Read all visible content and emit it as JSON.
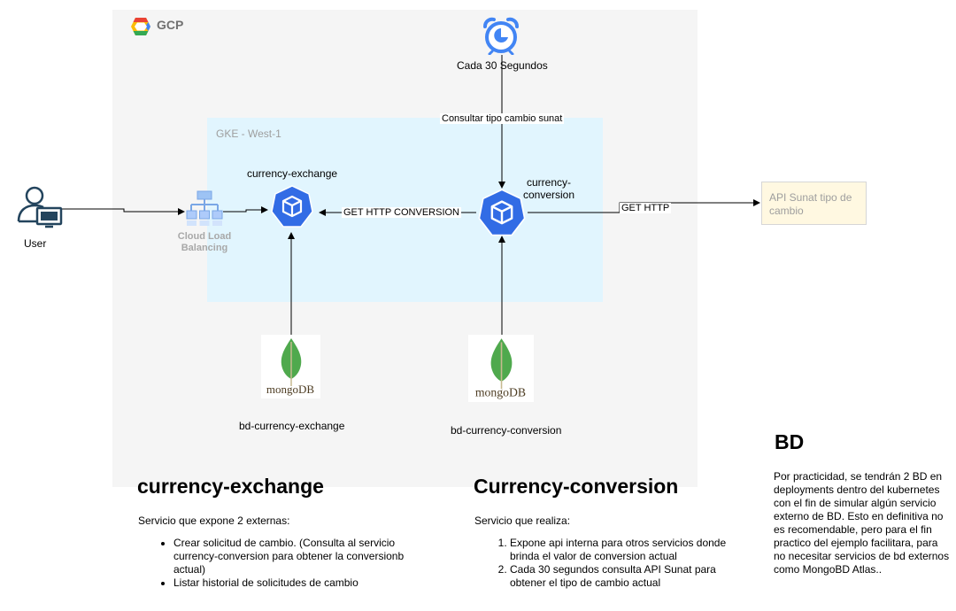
{
  "diagram": {
    "gcp_title": "GCP",
    "gke_title": "GKE - West-1",
    "nodes": {
      "user": "User",
      "load_balancer": "Cloud Load Balancing",
      "currency_exchange": "currency-exchange",
      "currency_conversion": "currency-conversion",
      "scheduler": "Cada 30 Segundos",
      "api_sunat": "API Sunat tipo de cambio",
      "db_exchange": "bd-currency-exchange",
      "db_conversion": "bd-currency-conversion",
      "mongo_text": "mongoDB"
    },
    "edges": {
      "consult": "Consultar tipo cambio sunat",
      "get_http_conversion": "GET HTTP CONVERSION",
      "get_http": "GET HTTP"
    }
  },
  "sections": {
    "exchange": {
      "title": "currency-exchange",
      "intro": "Servicio que expone 2  externas:",
      "items": [
        "Crear solicitud de cambio. (Consulta al servicio currency-conversion para obtener la conversionb actual)",
        "Listar historial de solicitudes de cambio"
      ]
    },
    "conversion": {
      "title": "Currency-conversion",
      "intro": "Servicio que realiza:",
      "items": [
        "Expone api interna para otros servicios donde brinda el valor de conversion actual",
        "Cada 30 segundos consulta API Sunat para obtener el tipo de cambio actual"
      ]
    },
    "bd": {
      "title": "BD",
      "text": "Por practicidad, se tendrán 2 BD en deployments dentro del kubernetes con el fin de simular algún servicio externo de BD. Esto en definitiva no es recomendable, pero para el fin practico del ejemplo facilitara, para no necesitar servicios de bd externos como MongoBD Atlas.."
    }
  },
  "colors": {
    "gcp_bg": "#f5f5f5",
    "gke_bg": "#e1f5fe",
    "k8s_blue": "#326ce5",
    "mongo_green": "#4fa94d",
    "api_bg": "#fff8e1",
    "user_icon": "#23445d"
  },
  "icons": [
    "gcp-logo-icon",
    "user-icon",
    "cloud-load-balancing-icon",
    "kubernetes-pod-icon",
    "alarm-clock-icon",
    "mongodb-leaf-icon"
  ]
}
